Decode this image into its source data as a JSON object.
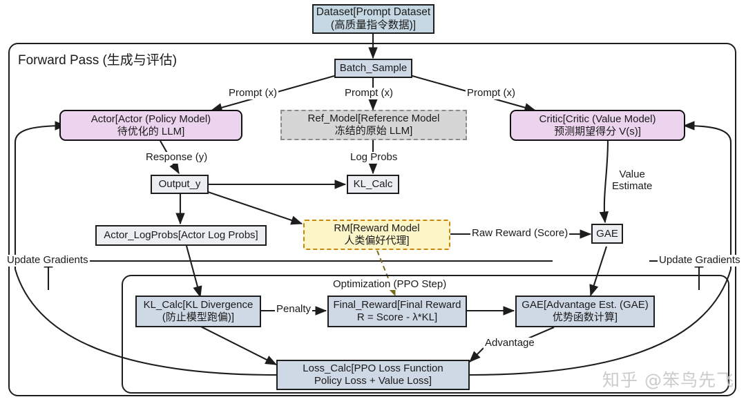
{
  "diagram": {
    "title_visible": false,
    "groups": [
      {
        "id": "forward_pass",
        "label": "Forward Pass (生成与评估)"
      },
      {
        "id": "optimization",
        "label": "Optimization (PPO Step)"
      }
    ],
    "nodes": [
      {
        "id": "dataset",
        "label": "Dataset[Prompt Dataset\n(高质量指令数据)]"
      },
      {
        "id": "batch_sample",
        "label": "Batch_Sample"
      },
      {
        "id": "actor",
        "label": "Actor[Actor (Policy Model)\n待优化的 LLM]"
      },
      {
        "id": "ref_model",
        "label": "Ref_Model[Reference Model\n冻结的原始 LLM]"
      },
      {
        "id": "critic",
        "label": "Critic[Critic (Value Model)\n预测期望得分 V(s)]"
      },
      {
        "id": "output_y",
        "label": "Output_y"
      },
      {
        "id": "kl_calc_small",
        "label": "KL_Calc"
      },
      {
        "id": "actor_logprobs",
        "label": "Actor_LogProbs[Actor Log Probs]"
      },
      {
        "id": "rm",
        "label": "RM[Reward Model\n人类偏好代理]"
      },
      {
        "id": "gae_small",
        "label": "GAE"
      },
      {
        "id": "kl_divergence",
        "label": "KL_Calc[KL Divergence\n(防止模型跑偏)]"
      },
      {
        "id": "final_reward",
        "label": "Final_Reward[Final Reward\nR = Score - λ*KL]"
      },
      {
        "id": "gae_big",
        "label": "GAE[Advantage Est. (GAE)\n优势函数计算]"
      },
      {
        "id": "loss_calc",
        "label": "Loss_Calc[PPO Loss Function\nPolicy Loss + Value Loss]"
      }
    ],
    "edge_labels": [
      {
        "id": "prompt_left",
        "label": "Prompt (x)"
      },
      {
        "id": "prompt_center",
        "label": "Prompt (x)"
      },
      {
        "id": "prompt_right",
        "label": "Prompt (x)"
      },
      {
        "id": "response_y",
        "label": "Response (y)"
      },
      {
        "id": "log_probs",
        "label": "Log Probs"
      },
      {
        "id": "value_estimate",
        "label": "Value\nEstimate"
      },
      {
        "id": "raw_reward",
        "label": "Raw Reward (Score)"
      },
      {
        "id": "update_left",
        "label": "Update Gradients"
      },
      {
        "id": "update_right",
        "label": "Update Gradients"
      },
      {
        "id": "penalty",
        "label": "Penalty"
      },
      {
        "id": "advantage",
        "label": "Advantage"
      }
    ],
    "colors": {
      "dataset_fill": "#c5d8e3",
      "model_fill": "#edd4ee",
      "ref_fill": "#d6d6d6",
      "reward_fill": "#fbf5c8",
      "reward_border": "#c8860d",
      "default_fill": "#eceef1",
      "stroke": "#1d1d1d"
    },
    "watermark": "知乎 @笨鸟先飞"
  }
}
